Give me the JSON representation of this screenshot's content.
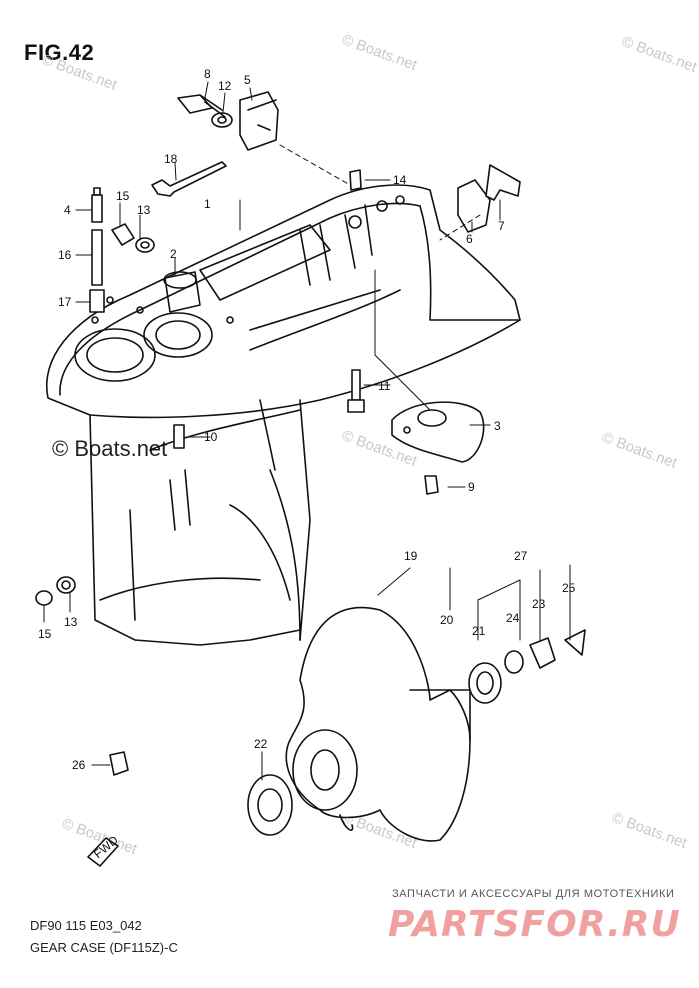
{
  "figure": {
    "title": "FIG.42"
  },
  "diagram": {
    "code": "DF90 115 E03_042",
    "caption": "GEAR CASE (DF115Z)-C"
  },
  "watermarks": {
    "main": "© Boats.net",
    "faint": "© Boats.net"
  },
  "promo": {
    "tagline": "ЗАПЧАСТИ И АКСЕССУАРЫ ДЛЯ МОТОТЕХНИКИ",
    "brand": "PARTSFOR.RU",
    "brand_color": "#f1a0a0"
  },
  "fwd_label": "FWD",
  "callouts": {
    "c1": "1",
    "c2": "2",
    "c3": "3",
    "c4": "4",
    "c5": "5",
    "c6": "6",
    "c7": "7",
    "c8": "8",
    "c9": "9",
    "c10": "10",
    "c11": "11",
    "c12": "12",
    "c13a": "13",
    "c13b": "13",
    "c14": "14",
    "c15a": "15",
    "c15b": "15",
    "c16": "16",
    "c17": "17",
    "c18": "18",
    "c19": "19",
    "c20": "20",
    "c21": "21",
    "c22": "22",
    "c23": "23",
    "c24": "24",
    "c25": "25",
    "c26": "26",
    "c27": "27"
  }
}
